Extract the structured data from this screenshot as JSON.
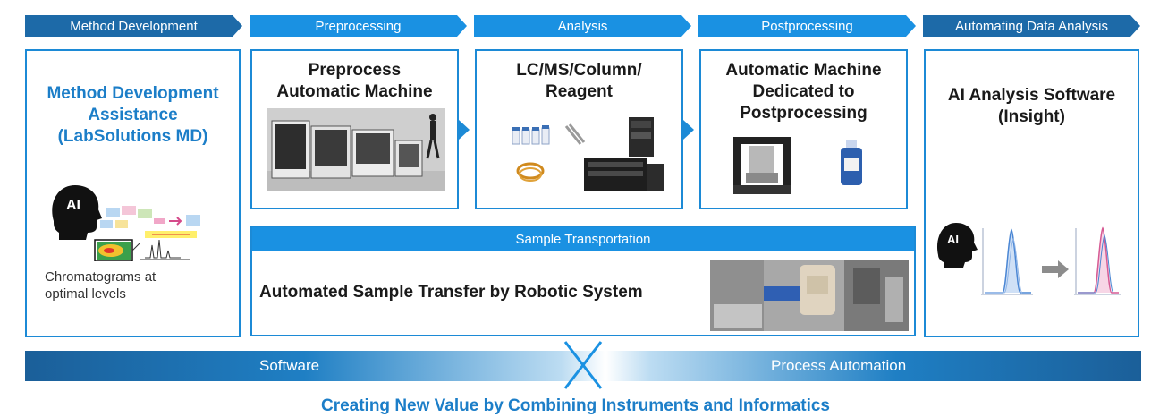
{
  "stages": {
    "method": "Method Development",
    "pre": "Preprocessing",
    "analysis": "Analysis",
    "post": "Postprocessing",
    "auto": "Automating Data Analysis"
  },
  "method_box": {
    "title_line1": "Method Development",
    "title_line2": "Assistance",
    "title_line3": "(LabSolutions MD)",
    "caption_line1": "Chromatograms at",
    "caption_line2": "optimal levels",
    "ai_label": "AI"
  },
  "pre_box": {
    "title_line1": "Preprocess",
    "title_line2": "Automatic Machine"
  },
  "analysis_box": {
    "title_line1": "LC/MS/Column/",
    "title_line2": "Reagent"
  },
  "post_box": {
    "title_line1": "Automatic Machine",
    "title_line2": "Dedicated to",
    "title_line3": "Postprocessing"
  },
  "ai_box": {
    "title_line1": "AI Analysis Software",
    "title_line2": "(Insight)",
    "ai_label": "AI"
  },
  "transport": {
    "header": "Sample Transportation",
    "text": "Automated Sample Transfer by Robotic System"
  },
  "bottom": {
    "left": "Software",
    "right": "Process Automation",
    "tagline": "Creating New Value by Combining Instruments and Informatics"
  },
  "colors": {
    "dark_blue": "#1d6aa8",
    "light_blue": "#1a91e2",
    "text_blue": "#1c7ec8"
  }
}
